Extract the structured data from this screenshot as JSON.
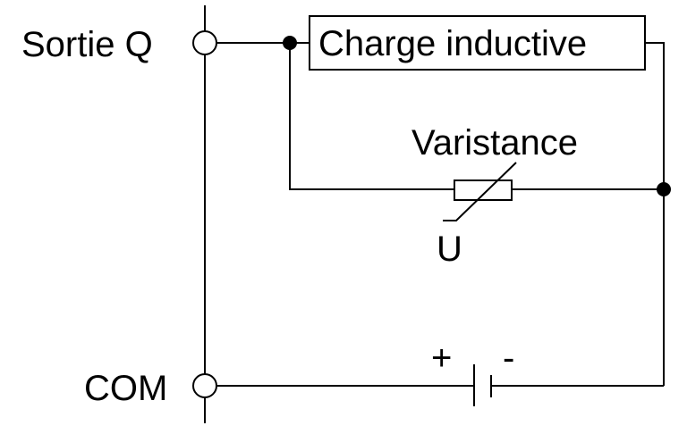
{
  "labels": {
    "output": "Sortie Q",
    "com": "COM",
    "load": "Charge inductive",
    "varistor": "Varistance",
    "voltage": "U",
    "plus": "+",
    "minus": "-"
  }
}
